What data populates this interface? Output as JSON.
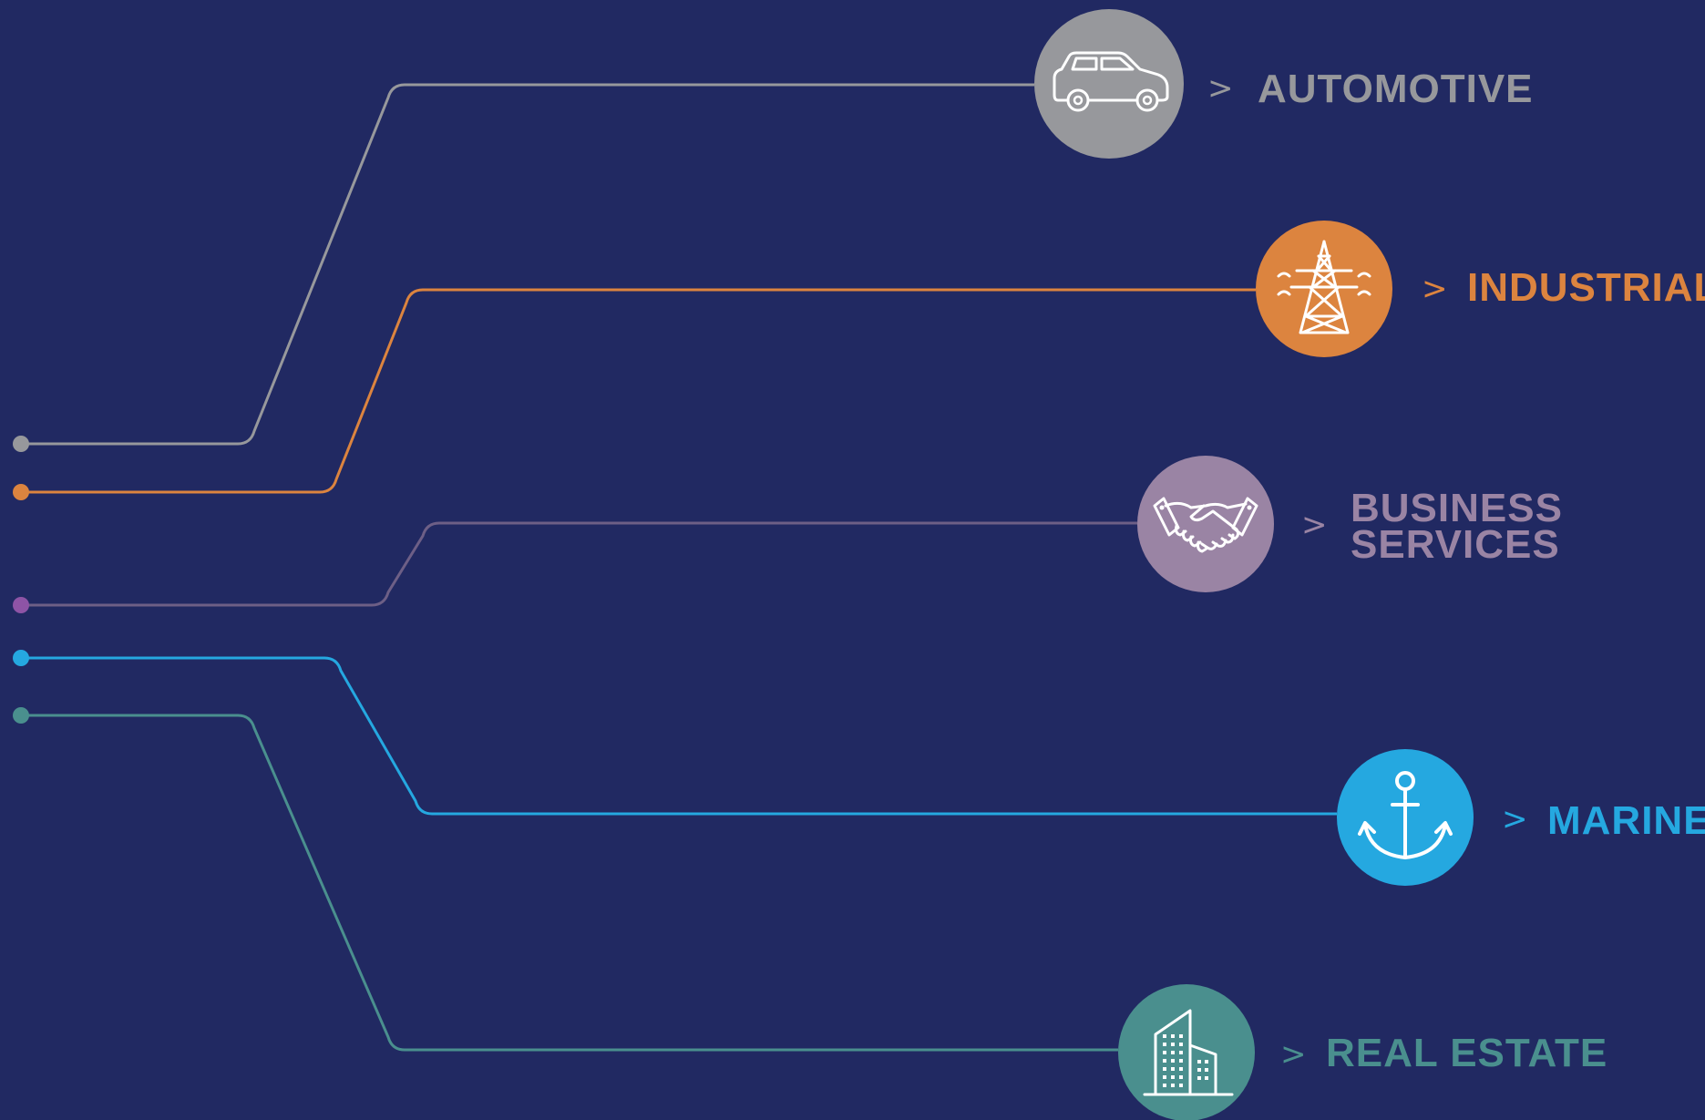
{
  "diagram": {
    "sectors": [
      {
        "id": "automotive",
        "label_lines": [
          "AUTOMOTIVE"
        ],
        "chevron": ">",
        "icon": "car-icon",
        "color": "#97989c"
      },
      {
        "id": "industrial",
        "label_lines": [
          "INDUSTRIAL"
        ],
        "chevron": ">",
        "icon": "power-pylon-icon",
        "color": "#dc843f"
      },
      {
        "id": "business-services",
        "label_lines": [
          "BUSINESS",
          "SERVICES"
        ],
        "chevron": ">",
        "icon": "handshake-icon",
        "color": "#9a84a4",
        "dot_color": "#8e54a6",
        "line_color": "#6d5f86"
      },
      {
        "id": "marine",
        "label_lines": [
          "MARINE"
        ],
        "chevron": ">",
        "icon": "anchor-icon",
        "color": "#25a8e0"
      },
      {
        "id": "real-estate",
        "label_lines": [
          "REAL ESTATE"
        ],
        "chevron": ">",
        "icon": "building-icon",
        "color": "#4a8f8e"
      }
    ],
    "background": "#212962"
  }
}
